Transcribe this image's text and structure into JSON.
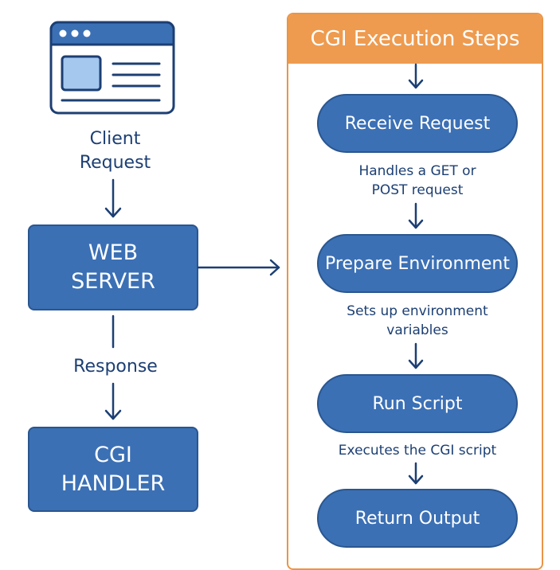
{
  "client": {
    "label_line1": "Client",
    "label_line2": "Request"
  },
  "web_server": {
    "line1": "WEB",
    "line2": "SERVER"
  },
  "response_label": "Response",
  "cgi_handler": {
    "line1": "CGI",
    "line2": "HANDLER"
  },
  "panel": {
    "title": "CGI Execution Steps",
    "steps": [
      {
        "label": "Receive Request",
        "desc_line1": "Handles a GET or",
        "desc_line2": "POST request"
      },
      {
        "label": "Prepare Environment",
        "desc_line1": "Sets up environment",
        "desc_line2": "variables"
      },
      {
        "label": "Run Script",
        "desc_line1": "Executes the CGI script",
        "desc_line2": ""
      },
      {
        "label": "Return Output",
        "desc_line1": "",
        "desc_line2": ""
      }
    ]
  },
  "colors": {
    "primary_blue": "#3b70b5",
    "dark_blue": "#1c3f73",
    "orange": "#ee9b4f",
    "light_blue": "#a5c8ef"
  },
  "icons": [
    "browser-window-icon"
  ]
}
